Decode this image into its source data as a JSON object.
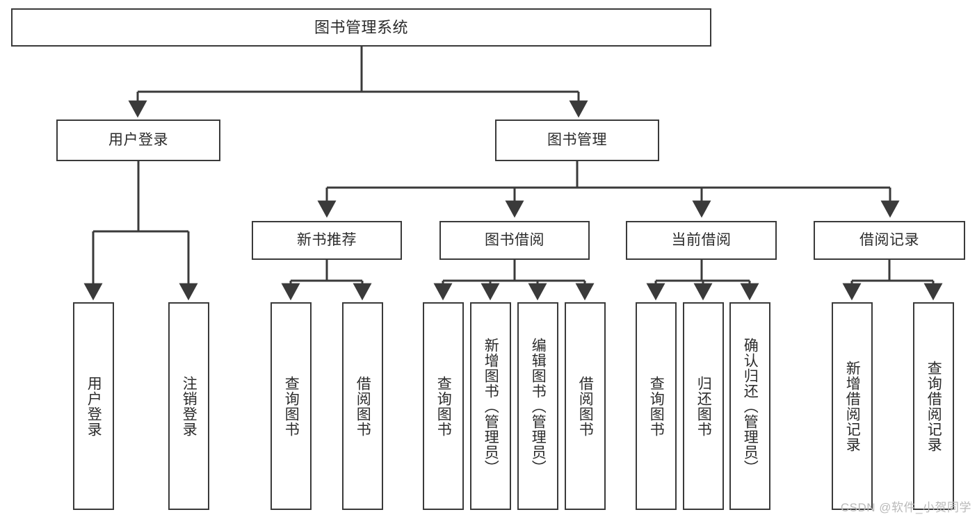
{
  "diagram": {
    "title": "图书管理系统",
    "type": "functional-structure-tree",
    "watermark": "CSDN @软件_小贺同学",
    "colors": {
      "background": "#ffffff",
      "box_border": "#3a3a3a",
      "box_fill": "#ffffff",
      "text": "#2b2b2b",
      "connector": "#3a3a3a",
      "watermark": "#b9b9b9"
    },
    "levels": {
      "root_label": "图书管理系统",
      "level2_labels": [
        "用户登录",
        "图书管理"
      ],
      "level3_labels": [
        "新书推荐",
        "图书借阅",
        "当前借阅",
        "借阅记录"
      ]
    },
    "nodes": {
      "root": {
        "label": "图书管理系统"
      },
      "user_login": {
        "label": "用户登录"
      },
      "book_manage": {
        "label": "图书管理"
      },
      "new_book_rec": {
        "label": "新书推荐"
      },
      "book_borrow": {
        "label": "图书借阅"
      },
      "current_borrow": {
        "label": "当前借阅"
      },
      "borrow_record": {
        "label": "借阅记录"
      }
    },
    "leaves": {
      "user_login": [
        {
          "label": "用户登录"
        },
        {
          "label": "注销登录"
        }
      ],
      "new_book_rec": [
        {
          "label": "查询图书"
        },
        {
          "label": "借阅图书"
        }
      ],
      "book_borrow": [
        {
          "label": "查询图书"
        },
        {
          "label": "新增图书（管理员）"
        },
        {
          "label": "编辑图书（管理员）"
        },
        {
          "label": "借阅图书"
        }
      ],
      "current_borrow": [
        {
          "label": "查询图书"
        },
        {
          "label": "归还图书"
        },
        {
          "label": "确认归还（管理员）"
        }
      ],
      "borrow_record": [
        {
          "label": "新增借阅记录"
        },
        {
          "label": "查询借阅记录"
        }
      ]
    }
  }
}
